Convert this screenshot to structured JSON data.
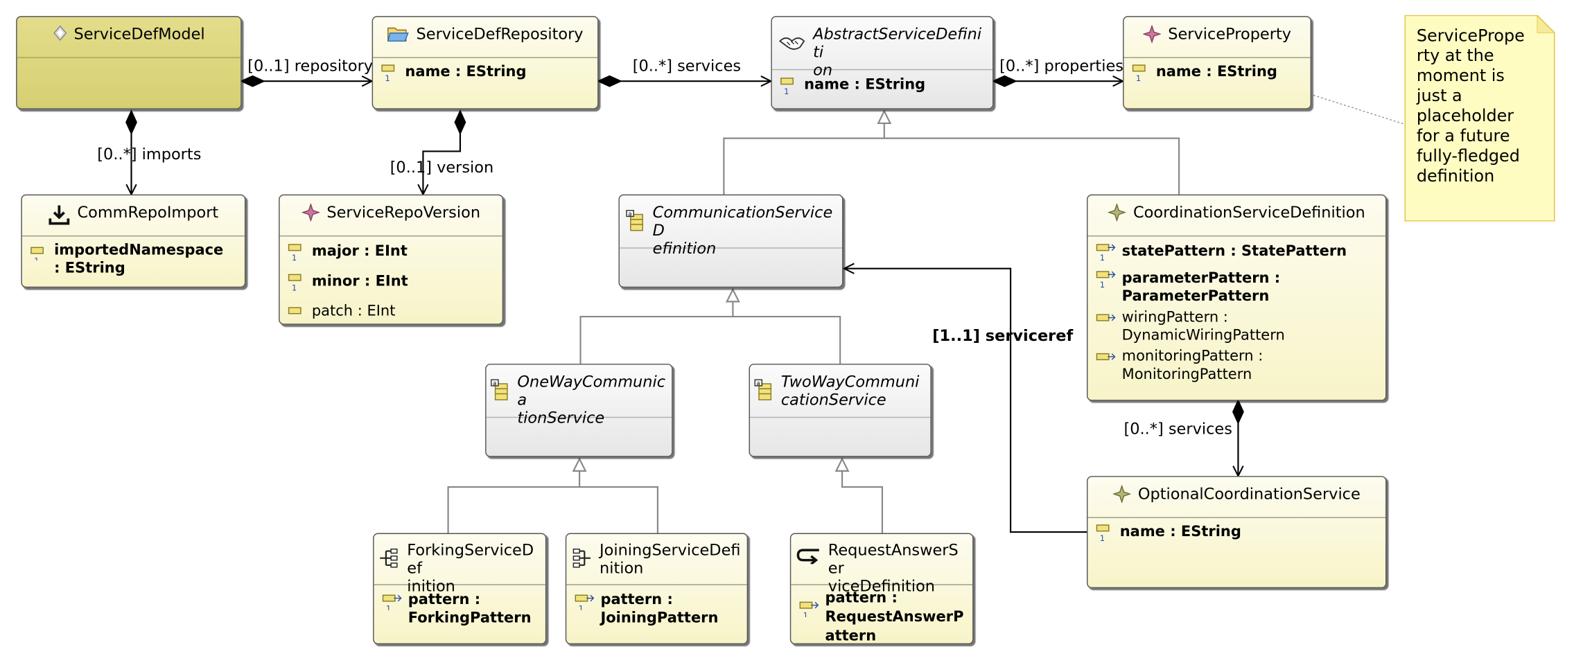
{
  "classes": {
    "servicedefmodel": {
      "name": "ServiceDefModel",
      "icon": "ecore-package-icon"
    },
    "servicedefrepository": {
      "name": "ServiceDefRepository",
      "icon": "folder-icon",
      "attrs": [
        "name : EString"
      ]
    },
    "abstractservicedefinition": {
      "name": "AbstractServiceDefinition",
      "display": "AbstractServiceDefiniti\non",
      "icon": "handshake-icon",
      "attrs": [
        "name : EString"
      ]
    },
    "serviceproperty": {
      "name": "ServiceProperty",
      "icon": "eclass-star-icon",
      "attrs": [
        "name : EString"
      ]
    },
    "commrepoimport": {
      "name": "CommRepoImport",
      "icon": "download-icon",
      "attrs": [
        "importedNamespace\n: EString"
      ]
    },
    "servicerepoversion": {
      "name": "ServiceRepoVersion",
      "icon": "eclass-star-icon",
      "attrs": [
        "major : EInt",
        "minor : EInt",
        "patch : EInt"
      ]
    },
    "communicationservicedefinition": {
      "name": "CommunicationServiceDefinition",
      "display": "CommunicationServiceD\nefinition",
      "icon": "abstract-class-icon"
    },
    "coordinationservicedefinition": {
      "name": "CoordinationServiceDefinition",
      "icon": "eclass-diamond-icon",
      "attrs": [
        "statePattern : StatePattern",
        "parameterPattern :\nParameterPattern",
        "wiringPattern :\nDynamicWiringPattern",
        "monitoringPattern :\nMonitoringPattern"
      ]
    },
    "onewaycommunicationservice": {
      "name": "OneWayCommunicationService",
      "display": "OneWayCommunica\ntionService",
      "icon": "abstract-class-icon"
    },
    "twowaycommunicationservice": {
      "name": "TwoWayCommunicationService",
      "display": "TwoWayCommuni\ncationService",
      "icon": "abstract-class-icon"
    },
    "optionalcoordinationservice": {
      "name": "OptionalCoordinationService",
      "icon": "eclass-diamond-icon",
      "attrs": [
        "name : EString"
      ]
    },
    "forkingservicedefinition": {
      "name": "ForkingServiceDefinition",
      "display": "ForkingServiceDef\ninition",
      "icon": "fork-tree-icon",
      "attrs": [
        "pattern :\nForkingPattern"
      ]
    },
    "joiningservicedefinition": {
      "name": "JoiningServiceDefinition",
      "display": "JoiningServiceDefi\nnition",
      "icon": "join-tree-icon",
      "attrs": [
        "pattern :\nJoiningPattern"
      ]
    },
    "requestanswerservicedefinition": {
      "name": "RequestAnswerServiceDefinition",
      "display": "RequestAnswerSer\nviceDefinition",
      "icon": "return-arrow-icon",
      "attrs": [
        "pattern :\nRequestAnswerP\nattern"
      ]
    }
  },
  "edge_labels": {
    "repository": "[0..1] repository",
    "services_repo": "[0..*] services",
    "properties": "[0..*] properties",
    "imports": "[0..*] imports",
    "version": "[0..1] version",
    "serviceref": "[1..1] serviceref",
    "services_coord": "[0..*] services"
  },
  "note": {
    "text": "ServiceProperty at the moment is just a placeholder for a future fully-fledged definition",
    "display": "ServicePrope\nrty at the\nmoment is\njust a\nplaceholder\nfor a future\nfully-fledged\ndefinition"
  },
  "colors": {
    "class_fill": "#f8f4c8",
    "abstract_fill": "#e6e6e6",
    "root_fill": "#d6cf72",
    "note_fill": "#fffcc2",
    "note_border": "#e2c03a",
    "edge": "#000000",
    "inheritance_edge": "#888888"
  }
}
